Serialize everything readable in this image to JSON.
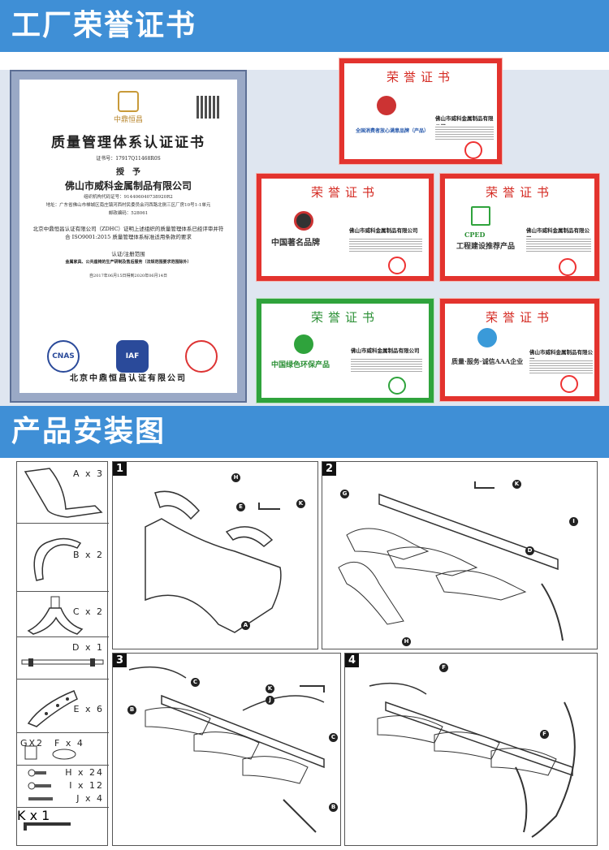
{
  "sections": {
    "honors_title": "工厂荣誉证书",
    "install_title": "产品安装图"
  },
  "main_certificate": {
    "brand": "中鼎恒昌",
    "title": "质量管理体系认证证书",
    "cert_no": "证书号：17917Q11468R0S",
    "grant": "授　予",
    "company": "佛山市威科金属制品有限公司",
    "reg_code": "组织机构代码证号：914406040738920R2",
    "address": "地址：广东省佛山市禅城区南庄镇河西村民委员会河西路北侧三区厂房10号1-1单元",
    "postcode": "邮政编码：528061",
    "statement": "北京中鼎恒昌认证有限公司（ZDHC）证明上述组织的质量管理体系已经评审并符合 ISO9001:2015 质量管理体系标准适用条款的要求",
    "scope_title": "认证/注册范围",
    "scope": "金属家具、公共座椅的生产研制及售后服务（法规范围要求范围除外）",
    "validity": "自2017年06月15日得到2020年06月14日",
    "issuer": "北京中鼎恒昌认证有限公司",
    "seal_cnas": "CNAS",
    "seal_iaf": "IAF"
  },
  "honor_certificates": [
    {
      "title": "荣誉证书",
      "name": "全国消费者放心满意品牌（产品）",
      "company": "佛山市威科金属制品有限公司",
      "color": "#e3332e"
    },
    {
      "title": "荣誉证书",
      "name": "中国著名品牌",
      "company": "佛山市威科金属制品有限公司",
      "color": "#e3332e"
    },
    {
      "title": "荣誉证书",
      "name": "工程建设推荐产品",
      "company": "佛山市威科金属制品有限公司",
      "emblem": "CPED",
      "color": "#e3332e"
    },
    {
      "title": "荣誉证书",
      "name": "中国绿色环保产品",
      "company": "佛山市威科金属制品有限公司",
      "color": "#2fa33c"
    },
    {
      "title": "荣誉证书",
      "name": "质量·服务·诚信AAA企业",
      "company": "佛山市威科金属制品有限公司",
      "color": "#e3332e"
    }
  ],
  "parts_legend": [
    {
      "part": "A",
      "qty": "A x 3"
    },
    {
      "part": "B",
      "qty": "B x 2"
    },
    {
      "part": "C",
      "qty": "C x 2"
    },
    {
      "part": "D",
      "qty": "D x 1"
    },
    {
      "part": "E",
      "qty": "E x 6"
    },
    {
      "part": "GF",
      "qty": "GX2　F x 4"
    },
    {
      "part": "H",
      "qty": "H x 24"
    },
    {
      "part": "I",
      "qty": "I x 12"
    },
    {
      "part": "J",
      "qty": "J x 4"
    },
    {
      "part": "K",
      "qty": "K x 1"
    }
  ],
  "steps": [
    {
      "number": "1",
      "callouts": [
        "H",
        "E",
        "K",
        "A"
      ]
    },
    {
      "number": "2",
      "callouts": [
        "G",
        "K",
        "I",
        "D",
        "H"
      ]
    },
    {
      "number": "3",
      "callouts": [
        "C",
        "B",
        "K",
        "J",
        "C",
        "B"
      ]
    },
    {
      "number": "4",
      "callouts": [
        "F",
        "F"
      ]
    }
  ]
}
